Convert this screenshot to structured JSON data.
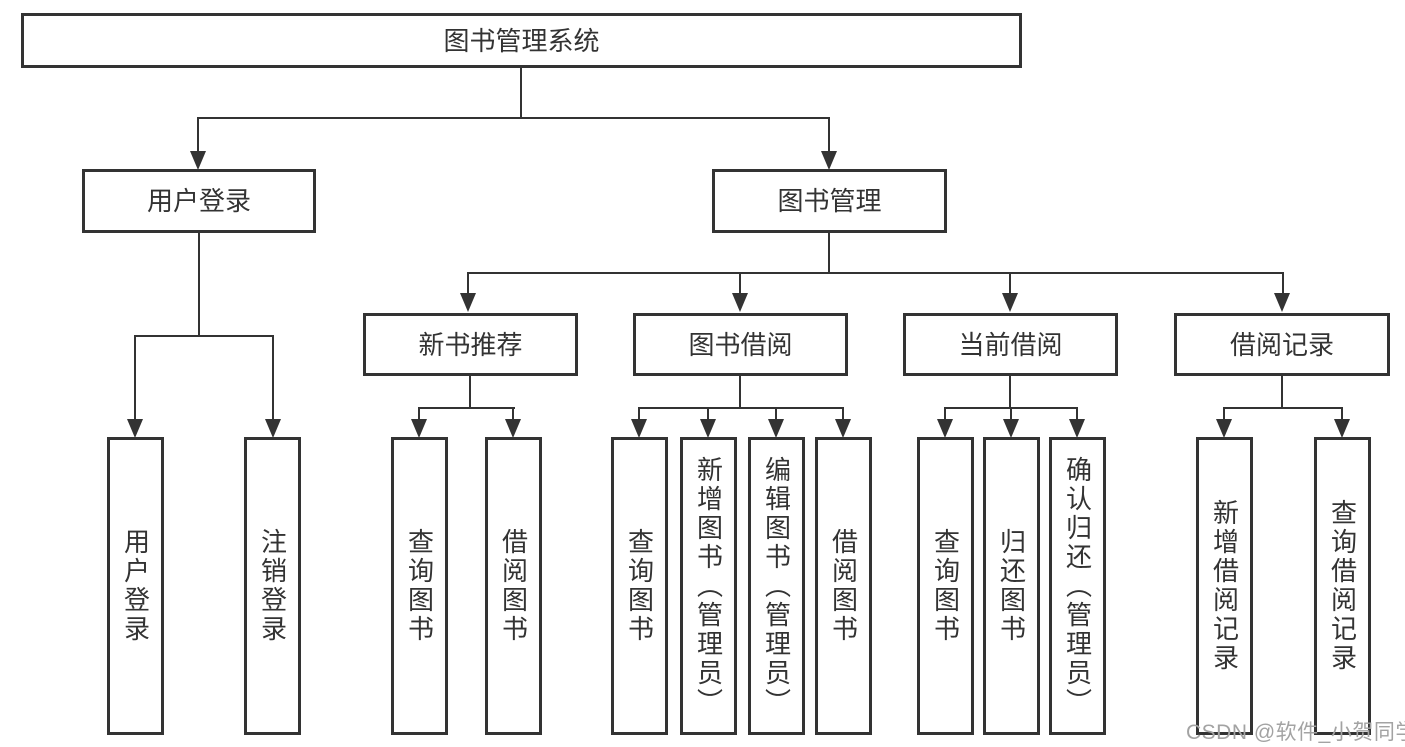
{
  "diagram_title": "图书管理系统",
  "tree": {
    "label": "图书管理系统",
    "children": [
      {
        "label": "用户登录",
        "children": [
          {
            "label": "用户登录"
          },
          {
            "label": "注销登录"
          }
        ]
      },
      {
        "label": "图书管理",
        "children": [
          {
            "label": "新书推荐",
            "children": [
              {
                "label": "查询图书"
              },
              {
                "label": "借阅图书"
              }
            ]
          },
          {
            "label": "图书借阅",
            "children": [
              {
                "label": "查询图书"
              },
              {
                "label": "新增图书（管理员）"
              },
              {
                "label": "编辑图书（管理员）"
              },
              {
                "label": "借阅图书"
              }
            ]
          },
          {
            "label": "当前借阅",
            "children": [
              {
                "label": "查询图书"
              },
              {
                "label": "归还图书"
              },
              {
                "label": "确认归还（管理员）"
              }
            ]
          },
          {
            "label": "借阅记录",
            "children": [
              {
                "label": "新增借阅记录"
              },
              {
                "label": "查询借阅记录"
              }
            ]
          }
        ]
      }
    ]
  },
  "watermark": {
    "text": "CSDN @软件_小贺同学"
  },
  "colors": {
    "line": "#333333",
    "box_border": "#333333",
    "text": "#333333",
    "background": "#ffffff",
    "watermark": "#a3a3a3"
  }
}
